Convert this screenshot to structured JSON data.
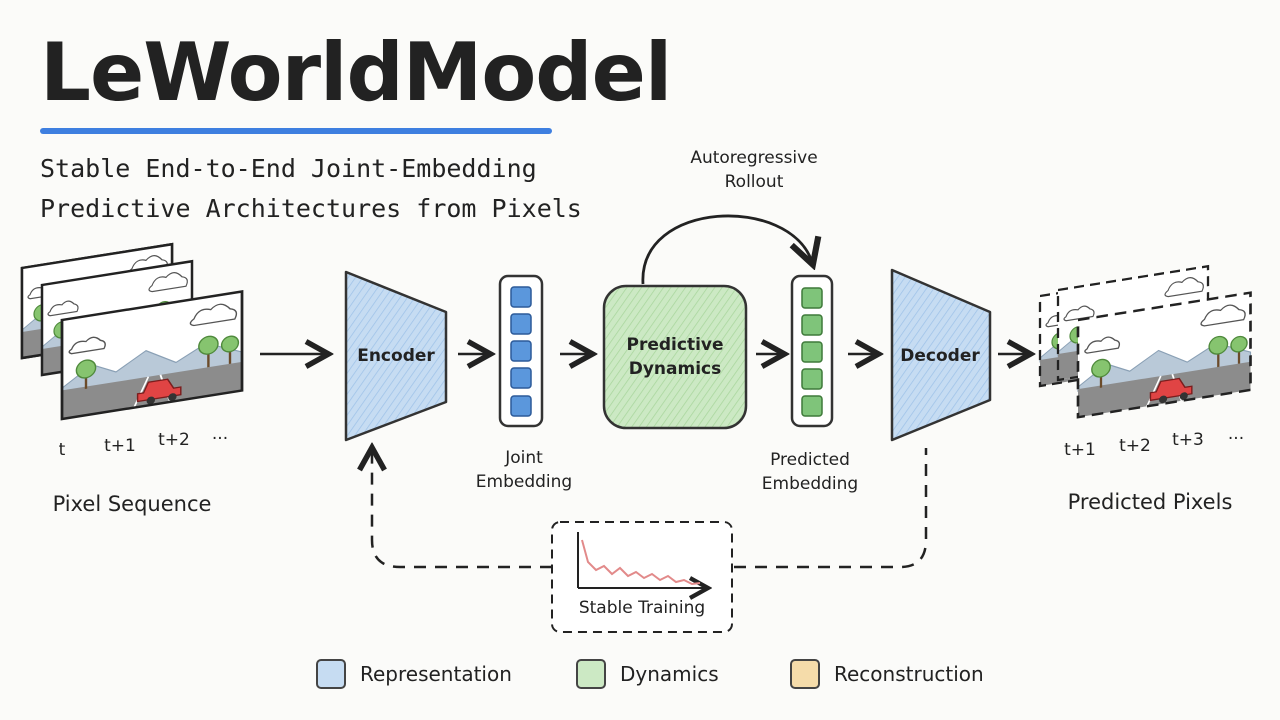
{
  "title": "LeWorldModel",
  "subtitle_lines": [
    "Stable End-to-End Joint-Embedding",
    "Predictive Architectures from Pixels"
  ],
  "input": {
    "frame_labels": [
      "t",
      "t+1",
      "t+2",
      "..."
    ],
    "caption": "Pixel Sequence"
  },
  "nodes": {
    "encoder": "Encoder",
    "joint_embedding": "Joint\nEmbedding",
    "predictive_dynamics": "Predictive\nDynamics",
    "predicted_embedding": "Predicted\nEmbedding",
    "decoder": "Decoder",
    "rollout": "Autoregressive\nRollout",
    "stable_training": "Stable Training"
  },
  "output": {
    "frame_labels": [
      "t+1",
      "t+2",
      "t+3",
      "..."
    ],
    "caption": "Predicted Pixels"
  },
  "legend": [
    {
      "label": "Representation",
      "color": "#c6dcf2"
    },
    {
      "label": "Dynamics",
      "color": "#cce9c4"
    },
    {
      "label": "Reconstruction",
      "color": "#f5dcaa"
    }
  ],
  "colors": {
    "accent_underline": "#3e7fe0",
    "representation_fill": "#c6dcf2",
    "dynamics_fill": "#cce9c4",
    "embedding_cell": "#5b97dc",
    "predicted_cell": "#7fc47a",
    "loss_curve": "#e28a8a",
    "car": "#e04444"
  }
}
